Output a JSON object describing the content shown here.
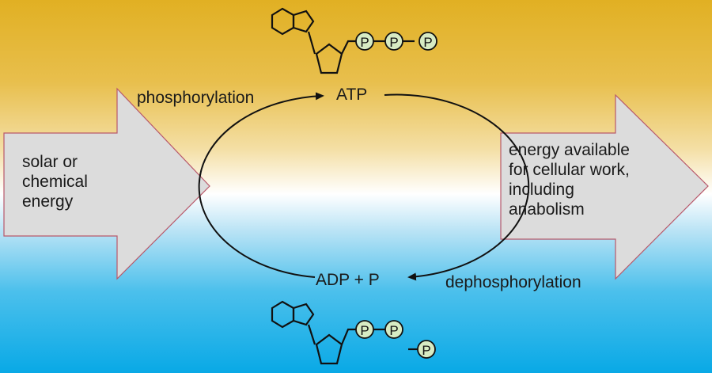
{
  "labels": {
    "atp": "ATP",
    "adp": "ADP + P",
    "phosphorylation": "phosphorylation",
    "dephosphorylation": "dephosphorylation",
    "left_arrow_lines": [
      "solar or",
      "chemical",
      "energy"
    ],
    "right_arrow_lines": [
      "energy available",
      "for cellular work,",
      "including",
      "anabolism"
    ],
    "phosphate": "P"
  },
  "colors": {
    "arrow_fill": "#dcdcdc",
    "arrow_stroke": "#b8586a",
    "phosphate_fill": "#d7ebc3",
    "line": "#111111"
  }
}
